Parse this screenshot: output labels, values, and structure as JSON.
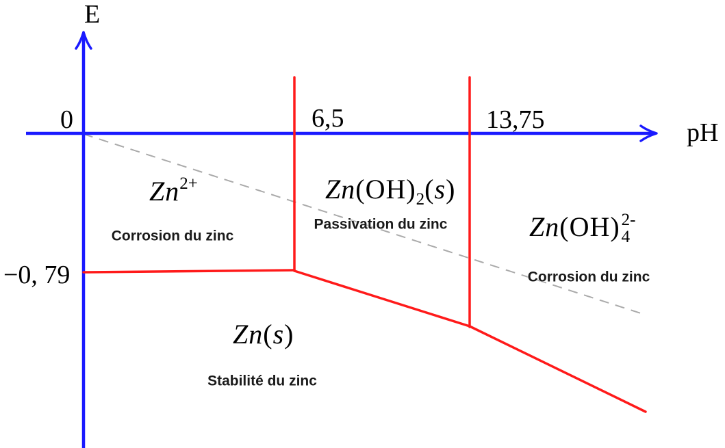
{
  "axes": {
    "y_label": "E",
    "x_label": "pH",
    "origin_label": "0",
    "x_ticks": [
      "6,5",
      "13,75"
    ],
    "y_ticks": [
      "−0, 79"
    ]
  },
  "regions": [
    {
      "species": {
        "base": "Zn",
        "sup": "2+"
      },
      "label": "Corrosion du zinc"
    },
    {
      "species": {
        "base": "Zn",
        "group": "(OH)",
        "sub": "2",
        "phase_open": "(",
        "phase": "s",
        "phase_close": ")"
      },
      "label": "Passivation du zinc"
    },
    {
      "species": {
        "base": "Zn",
        "group": "(OH)",
        "sub": "4",
        "sup": "2-"
      },
      "label": "Corrosion du zinc"
    },
    {
      "species": {
        "base": "Zn",
        "phase_open": "(",
        "phase": "s",
        "phase_close": ")"
      },
      "label": "Stabilité du zinc"
    }
  ],
  "colors": {
    "axis": "#1a1aff",
    "boundary": "#ff1a1a",
    "dashed_line": "#aaaaaa",
    "text": "#000000"
  }
}
